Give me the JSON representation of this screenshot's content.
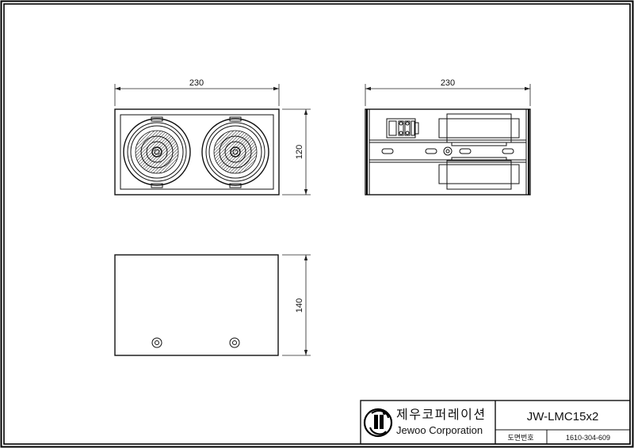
{
  "dimensions": {
    "front_width": "230",
    "front_height": "120",
    "rear_width": "230",
    "side_height": "140"
  },
  "title_block": {
    "company_korean": "제우코퍼레이션",
    "company_english": "Jewoo Corporation",
    "model": "JW-LMC15x2",
    "drawing_no_label": "도면번호",
    "drawing_no": "1610-304-609"
  },
  "logo": {
    "icon": "jewoo-logo-icon"
  },
  "colors": {
    "line": "#111111",
    "background": "#ffffff"
  }
}
